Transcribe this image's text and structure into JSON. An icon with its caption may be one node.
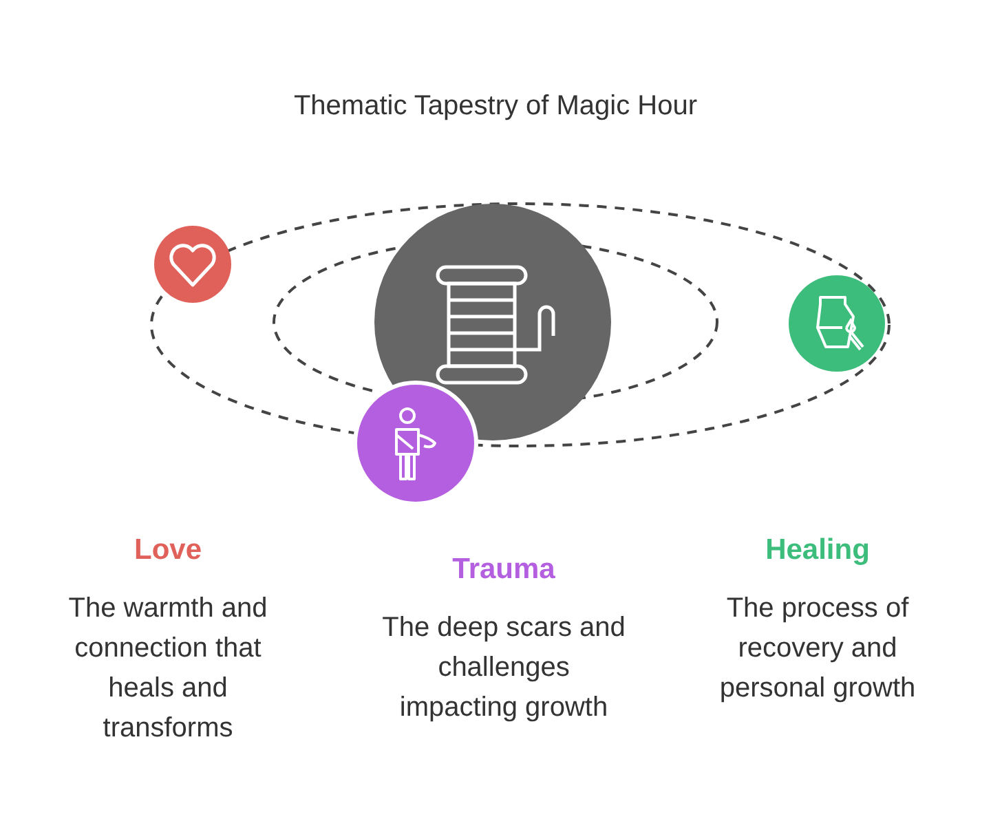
{
  "diagram": {
    "title": "Thematic Tapestry of Magic Hour",
    "labels": [
      "Love",
      "The warmth and connection that heals and transforms",
      "Trauma",
      "The deep scars and challenges impacting growth",
      "Healing",
      "The process of recovery and personal growth"
    ]
  }
}
